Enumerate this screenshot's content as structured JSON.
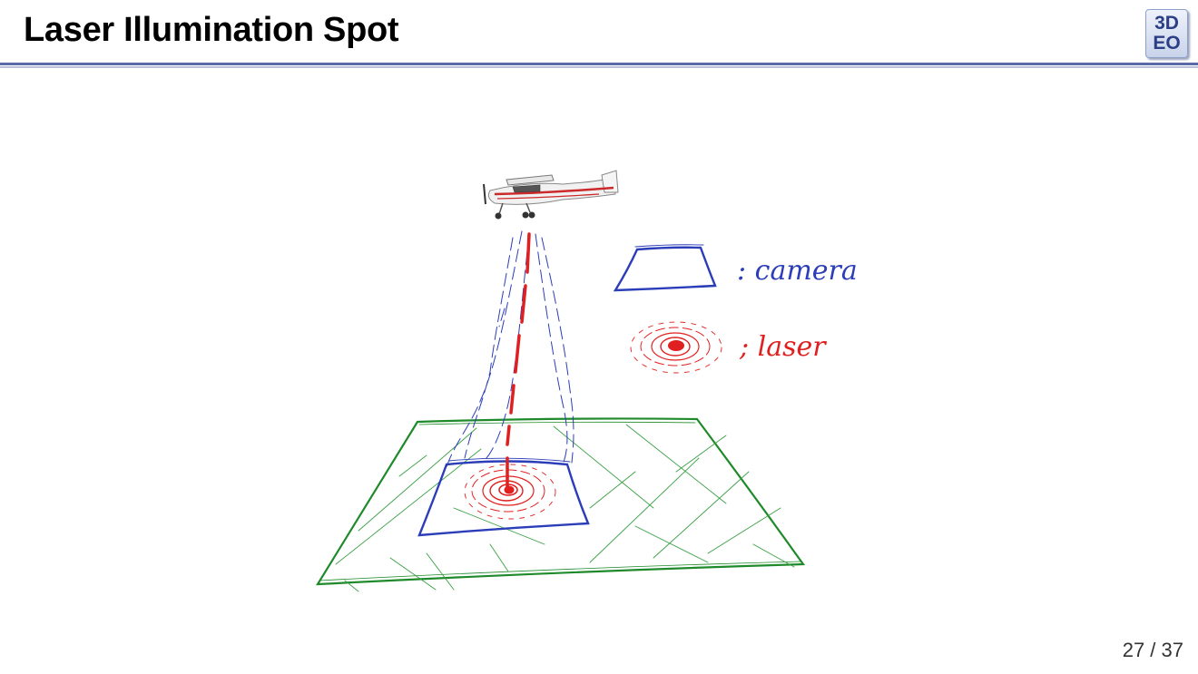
{
  "slide": {
    "title": "Laser Illumination Spot",
    "logo": {
      "line1": "3D",
      "line2": "EO"
    },
    "page_number": "27 / 37"
  },
  "legend": {
    "camera_label": ": camera",
    "laser_label": "; laser"
  },
  "colors": {
    "title_rule": "#5a6aa8",
    "camera": "#2b3db8",
    "laser": "#e02020",
    "ground": "#1f8a2a"
  },
  "icons": [
    "airplane-icon"
  ]
}
